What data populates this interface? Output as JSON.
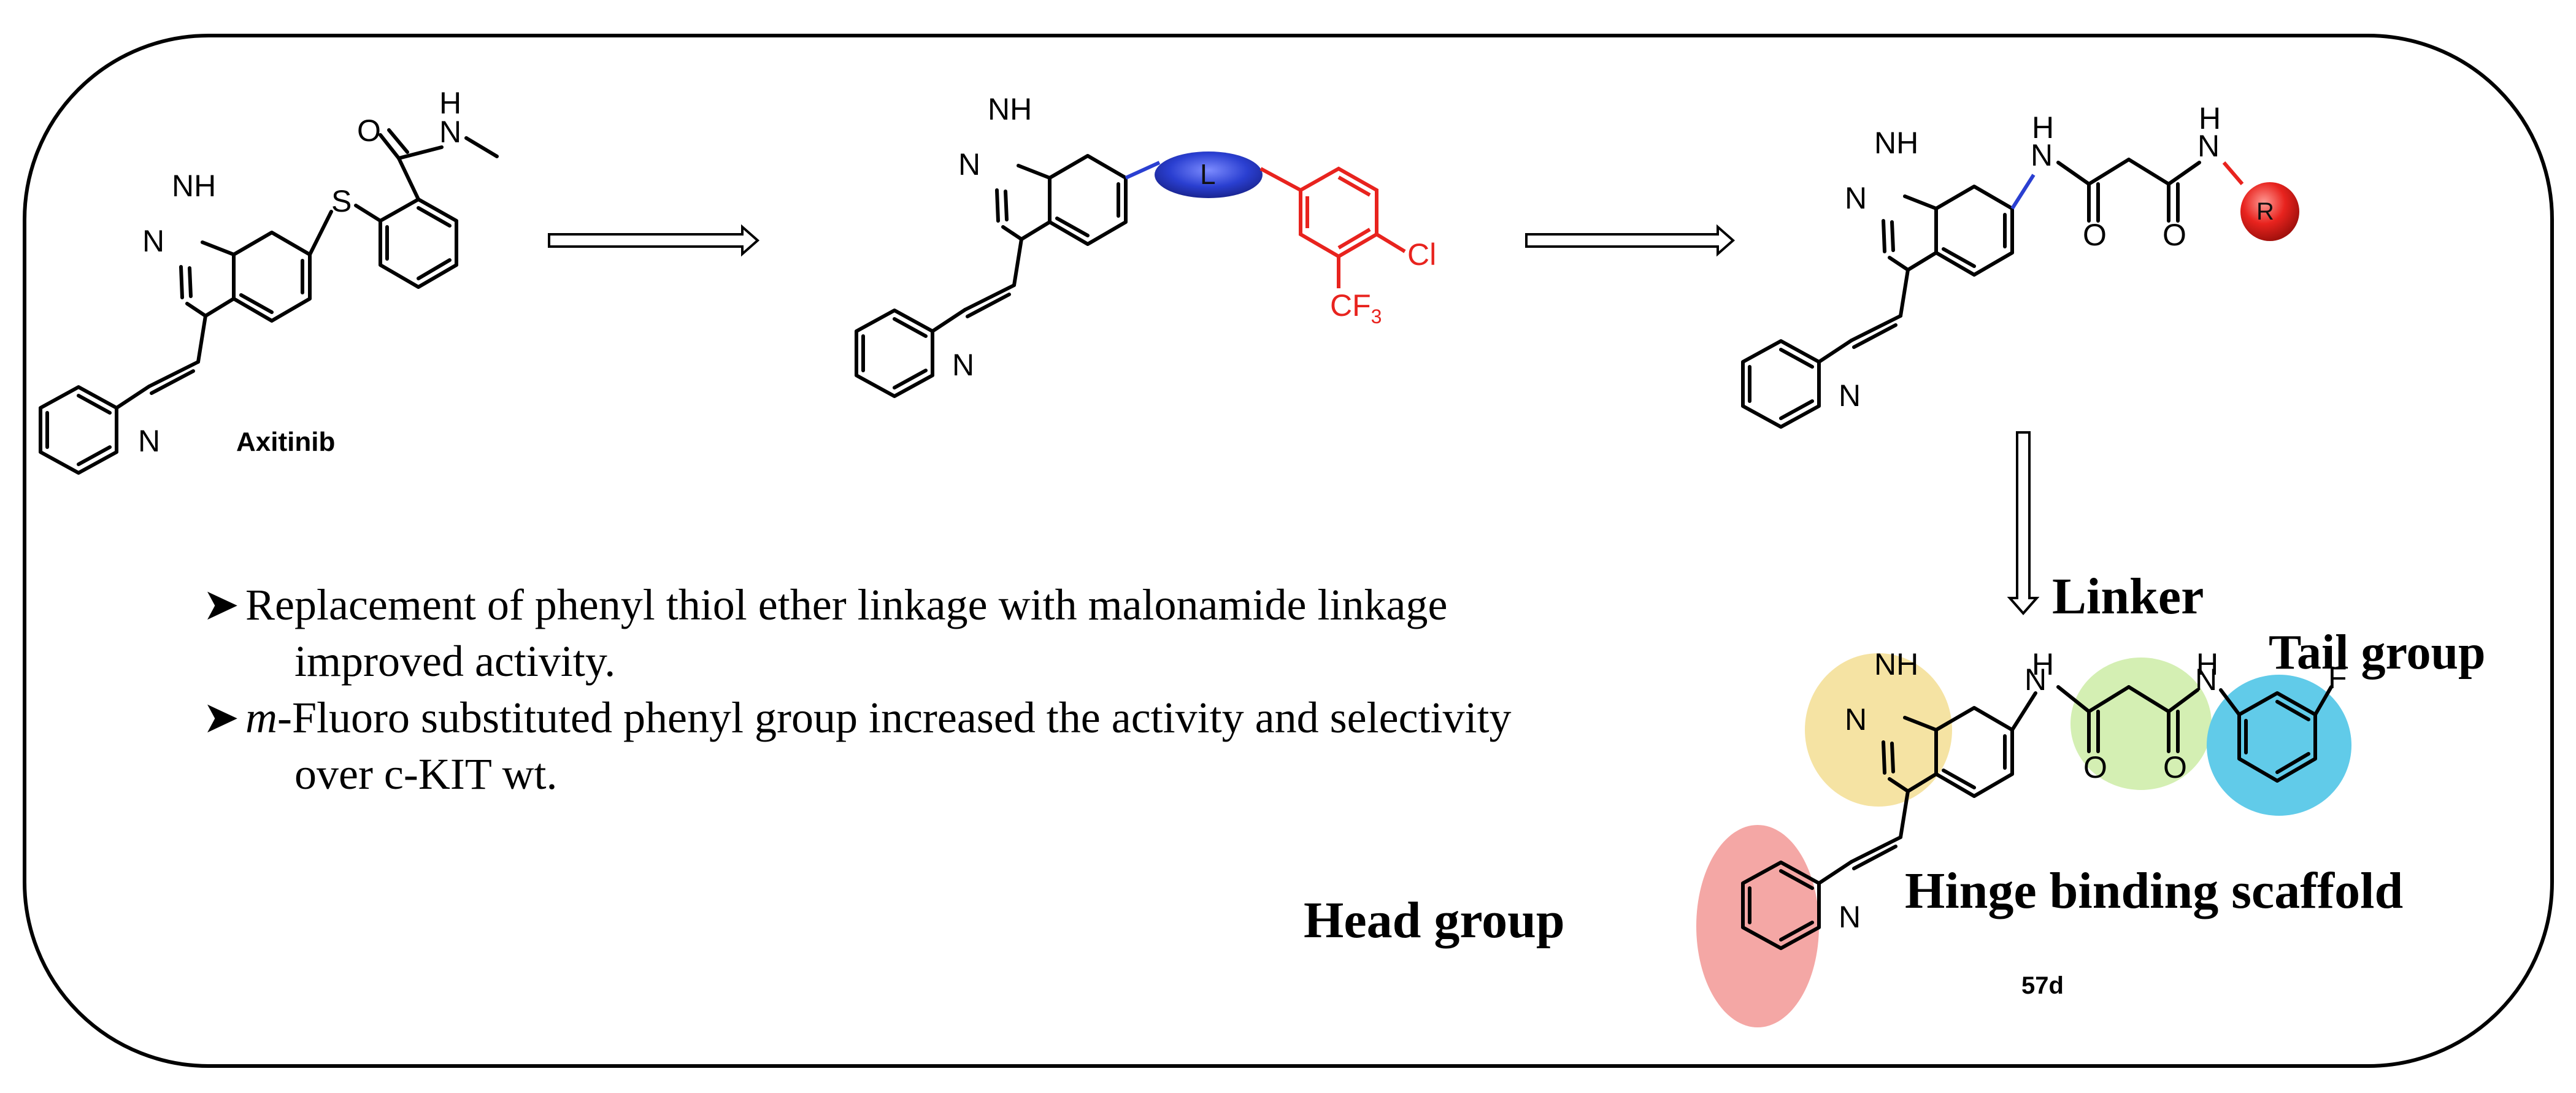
{
  "molecules": {
    "axitinib_name": "Axitinib",
    "compound_57d": "57d",
    "labels": {
      "nh": "NH",
      "n": "N",
      "o": "O",
      "h": "H",
      "s": "S",
      "cl": "Cl",
      "f": "F",
      "cf3": "CF",
      "cf3_sub": "3",
      "linker_symbol": "L",
      "r_group": "R"
    }
  },
  "annotations": {
    "linker": "Linker",
    "tail_group": "Tail group",
    "hinge_binding_scaffold": "Hinge binding scaffold",
    "head_group": "Head group"
  },
  "bullets": [
    {
      "first_line": "Replacement of phenyl thiol ether linkage with malonamide linkage",
      "continuation": "improved activity."
    },
    {
      "italic_prefix": "m",
      "first_line": "-Fluoro substituted phenyl group increased the activity and selectivity",
      "continuation": "over c-KIT wt."
    }
  ],
  "colors": {
    "frame": "#000000",
    "linker_blue": "#2a3fd1",
    "tail_red": "#e8231e",
    "highlight_yellow": "#f5e3a3",
    "highlight_green": "#d4efb3",
    "highlight_cyan": "#61cbe9",
    "highlight_pink": "#f4a7a5"
  },
  "icons": {
    "arrow": "hollow-double-arrow-icon"
  }
}
